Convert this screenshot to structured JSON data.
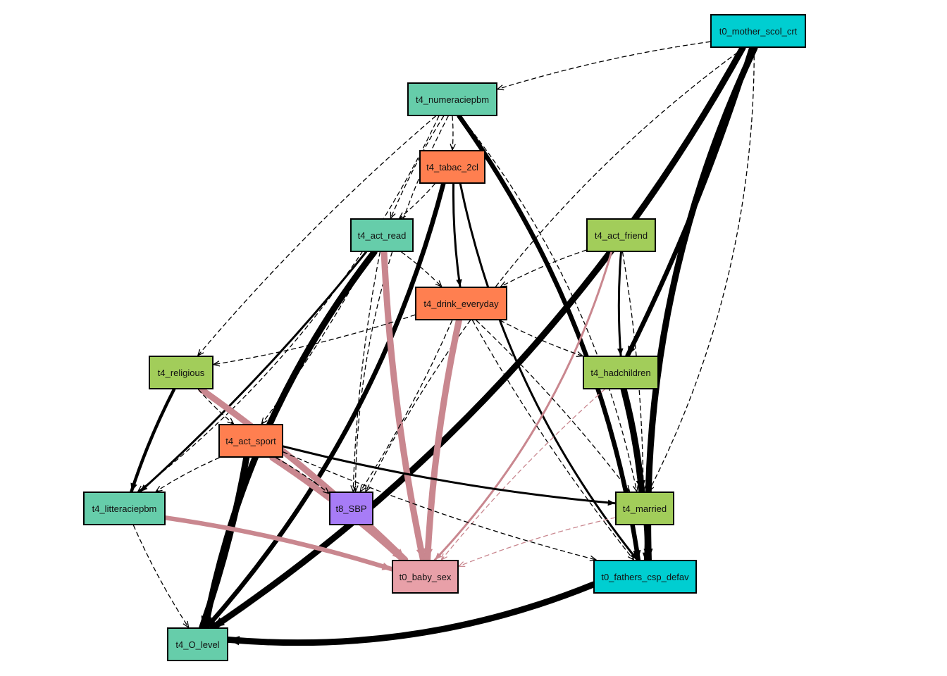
{
  "diagram": {
    "type": "directed-graph",
    "legend": {
      "categories": {
        "parent_background": "#00CED1",
        "education_activity": "#66CDAA",
        "health_behaviour": "#FF7F50",
        "life_events": "#A2CD5A",
        "outcome_sex": "#E8A0A8",
        "outcome_sbp": "#A77CF7"
      }
    },
    "edge_styles": {
      "solid_black": "#000000",
      "pink": "#C9878F"
    },
    "nodes": [
      {
        "id": "t0_mother_scol_crt",
        "label": "t0_mother_scol_crt",
        "color": "#00CED1"
      },
      {
        "id": "t4_numeraciepbm",
        "label": "t4_numeraciepbm",
        "color": "#66CDAA"
      },
      {
        "id": "t4_tabac_2cl",
        "label": "t4_tabac_2cl",
        "color": "#FF7F50"
      },
      {
        "id": "t4_act_read",
        "label": "t4_act_read",
        "color": "#66CDAA"
      },
      {
        "id": "t4_act_friend",
        "label": "t4_act_friend",
        "color": "#A2CD5A"
      },
      {
        "id": "t4_drink_everyday",
        "label": "t4_drink_everyday",
        "color": "#FF7F50"
      },
      {
        "id": "t4_religious",
        "label": "t4_religious",
        "color": "#A2CD5A"
      },
      {
        "id": "t4_hadchildren",
        "label": "t4_hadchildren",
        "color": "#A2CD5A"
      },
      {
        "id": "t4_act_sport",
        "label": "t4_act_sport",
        "color": "#FF7F50"
      },
      {
        "id": "t4_litteraciepbm",
        "label": "t4_litteraciepbm",
        "color": "#66CDAA"
      },
      {
        "id": "t8_SBP",
        "label": "t8_SBP",
        "color": "#A77CF7"
      },
      {
        "id": "t4_married",
        "label": "t4_married",
        "color": "#A2CD5A"
      },
      {
        "id": "t0_baby_sex",
        "label": "t0_baby_sex",
        "color": "#E8A0A8"
      },
      {
        "id": "t0_fathers_csp_defav",
        "label": "t0_fathers_csp_defav",
        "color": "#00CED1"
      },
      {
        "id": "t4_O_level",
        "label": "t4_O_level",
        "color": "#66CDAA"
      }
    ],
    "edges": [
      {
        "from": "t0_mother_scol_crt",
        "to": "t4_hadchildren",
        "style": "solid",
        "weight": 4
      },
      {
        "from": "t0_mother_scol_crt",
        "to": "t0_fathers_csp_defav",
        "style": "solid",
        "weight": 5
      },
      {
        "from": "t0_mother_scol_crt",
        "to": "t4_O_level",
        "style": "solid",
        "weight": 5
      },
      {
        "from": "t0_mother_scol_crt",
        "to": "t4_numeraciepbm",
        "style": "dashed",
        "weight": 1
      },
      {
        "from": "t0_mother_scol_crt",
        "to": "t4_married",
        "style": "dashed",
        "weight": 1
      },
      {
        "from": "t0_mother_scol_crt",
        "to": "t8_SBP",
        "style": "dashed",
        "weight": 1
      },
      {
        "from": "t4_numeraciepbm",
        "to": "t0_fathers_csp_defav",
        "style": "solid",
        "weight": 4
      },
      {
        "from": "t4_numeraciepbm",
        "to": "t4_religious",
        "style": "dashed",
        "weight": 1
      },
      {
        "from": "t4_numeraciepbm",
        "to": "t4_litteraciepbm",
        "style": "dashed",
        "weight": 1
      },
      {
        "from": "t4_numeraciepbm",
        "to": "t4_act_read",
        "style": "dashed",
        "weight": 1
      },
      {
        "from": "t4_numeraciepbm",
        "to": "t4_married",
        "style": "dashed",
        "weight": 1
      },
      {
        "from": "t4_numeraciepbm",
        "to": "t8_SBP",
        "style": "dashed",
        "weight": 1
      },
      {
        "from": "t4_numeraciepbm",
        "to": "t4_tabac_2cl",
        "style": "dashed",
        "weight": 1
      },
      {
        "from": "t4_tabac_2cl",
        "to": "t4_drink_everyday",
        "style": "solid",
        "weight": 2
      },
      {
        "from": "t4_tabac_2cl",
        "to": "t4_O_level",
        "style": "solid",
        "weight": 4
      },
      {
        "from": "t4_tabac_2cl",
        "to": "t0_fathers_csp_defav",
        "style": "solid",
        "weight": 2
      },
      {
        "from": "t4_tabac_2cl",
        "to": "t4_act_read",
        "style": "dashed",
        "weight": 1
      },
      {
        "from": "t4_act_read",
        "to": "t4_O_level",
        "style": "solid",
        "weight": 5
      },
      {
        "from": "t4_act_read",
        "to": "t4_litteraciepbm",
        "style": "solid",
        "weight": 2
      },
      {
        "from": "t4_act_read",
        "to": "t0_baby_sex",
        "style": "pink",
        "weight": 5
      },
      {
        "from": "t4_act_read",
        "to": "t4_drink_everyday",
        "style": "dashed",
        "weight": 1
      },
      {
        "from": "t4_act_read",
        "to": "t8_SBP",
        "style": "dashed",
        "weight": 1
      },
      {
        "from": "t4_act_read",
        "to": "t4_act_sport",
        "style": "dashed",
        "weight": 1
      },
      {
        "from": "t4_act_friend",
        "to": "t4_hadchildren",
        "style": "solid",
        "weight": 2
      },
      {
        "from": "t4_act_friend",
        "to": "t0_baby_sex",
        "style": "pink",
        "weight": 2
      },
      {
        "from": "t4_act_friend",
        "to": "t4_drink_everyday",
        "style": "dashed",
        "weight": 1
      },
      {
        "from": "t4_act_friend",
        "to": "t4_married",
        "style": "dashed",
        "weight": 1
      },
      {
        "from": "t4_drink_everyday",
        "to": "t0_baby_sex",
        "style": "pink",
        "weight": 5
      },
      {
        "from": "t4_drink_everyday",
        "to": "t4_religious",
        "style": "dashed",
        "weight": 1
      },
      {
        "from": "t4_drink_everyday",
        "to": "t4_hadchildren",
        "style": "dashed",
        "weight": 1
      },
      {
        "from": "t4_drink_everyday",
        "to": "t4_married",
        "style": "dashed",
        "weight": 1
      },
      {
        "from": "t4_drink_everyday",
        "to": "t0_fathers_csp_defav",
        "style": "dashed",
        "weight": 1
      },
      {
        "from": "t4_drink_everyday",
        "to": "t8_SBP",
        "style": "dashed",
        "weight": 1
      },
      {
        "from": "t4_religious",
        "to": "t4_litteraciepbm",
        "style": "solid",
        "weight": 3
      },
      {
        "from": "t4_religious",
        "to": "t0_baby_sex",
        "style": "pink",
        "weight": 5
      },
      {
        "from": "t4_religious",
        "to": "t4_act_sport",
        "style": "dashed",
        "weight": 1
      },
      {
        "from": "t4_hadchildren",
        "to": "t4_married",
        "style": "solid",
        "weight": 5
      },
      {
        "from": "t4_hadchildren",
        "to": "t0_baby_sex",
        "style": "pink-dashed",
        "weight": 1
      },
      {
        "from": "t4_act_sport",
        "to": "t4_O_level",
        "style": "solid",
        "weight": 5
      },
      {
        "from": "t4_act_sport",
        "to": "t4_married",
        "style": "solid",
        "weight": 2
      },
      {
        "from": "t4_act_sport",
        "to": "t0_baby_sex",
        "style": "pink",
        "weight": 5
      },
      {
        "from": "t4_act_sport",
        "to": "t4_litteraciepbm",
        "style": "dashed",
        "weight": 1
      },
      {
        "from": "t4_act_sport",
        "to": "t8_SBP",
        "style": "dashed",
        "weight": 1
      },
      {
        "from": "t4_act_sport",
        "to": "t0_fathers_csp_defav",
        "style": "dashed",
        "weight": 1
      },
      {
        "from": "t4_litteraciepbm",
        "to": "t0_baby_sex",
        "style": "pink",
        "weight": 4
      },
      {
        "from": "t4_litteraciepbm",
        "to": "t4_O_level",
        "style": "dashed",
        "weight": 1
      },
      {
        "from": "t4_married",
        "to": "t0_fathers_csp_defav",
        "style": "solid",
        "weight": 2
      },
      {
        "from": "t4_married",
        "to": "t0_baby_sex",
        "style": "pink-dashed",
        "weight": 1
      },
      {
        "from": "t0_fathers_csp_defav",
        "to": "t4_O_level",
        "style": "solid",
        "weight": 5
      }
    ]
  }
}
